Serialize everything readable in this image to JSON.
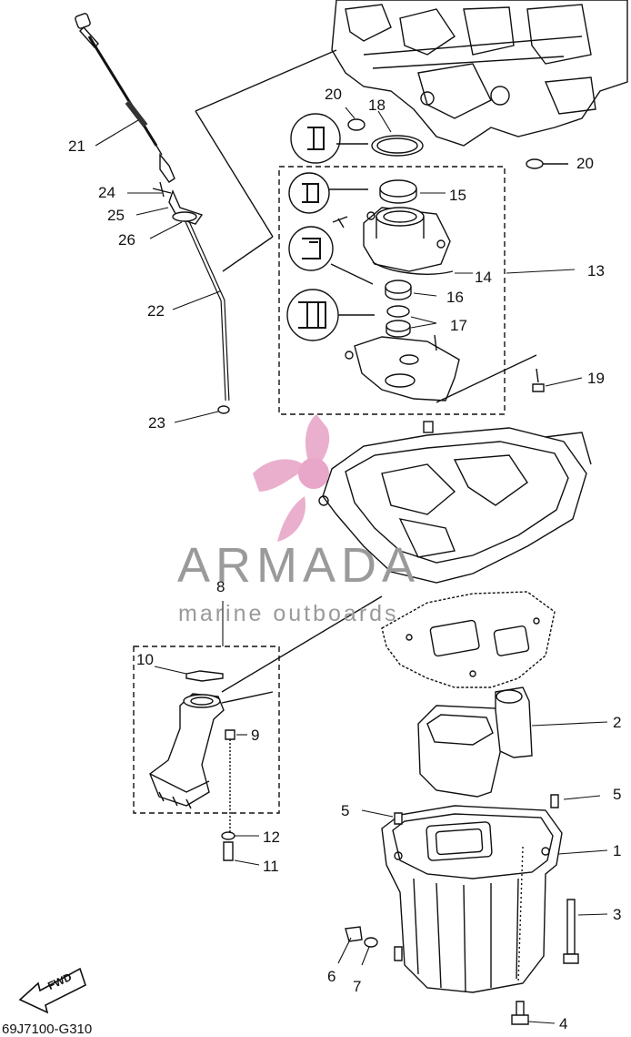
{
  "callouts": {
    "c1": "1",
    "c2": "2",
    "c3": "3",
    "c4": "4",
    "c5a": "5",
    "c5b": "5",
    "c6": "6",
    "c7": "7",
    "c8": "8",
    "c9": "9",
    "c10": "10",
    "c11": "11",
    "c12": "12",
    "c13": "13",
    "c14": "14",
    "c15": "15",
    "c16": "16",
    "c17": "17",
    "c18": "18",
    "c19": "19",
    "c20a": "20",
    "c20b": "20",
    "c21": "21",
    "c22": "22",
    "c23": "23",
    "c24": "24",
    "c25": "25",
    "c26": "26"
  },
  "watermark": {
    "brand": "ARMADA",
    "tagline": "marine outboards",
    "color": "#e8a6c8"
  },
  "direction_label": "FWD",
  "diagram_code": "69J7100-G310"
}
